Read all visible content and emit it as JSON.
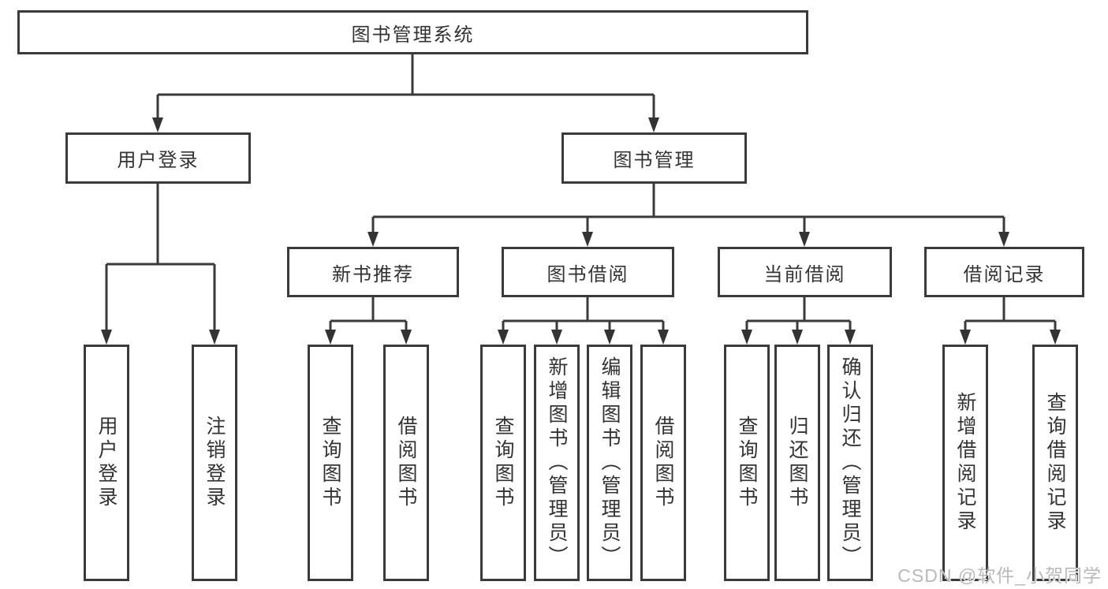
{
  "diagram": {
    "title": "图书管理系统",
    "level2": [
      {
        "label": "用户登录"
      },
      {
        "label": "图书管理"
      }
    ],
    "level3": [
      {
        "label": "新书推荐"
      },
      {
        "label": "图书借阅"
      },
      {
        "label": "当前借阅"
      },
      {
        "label": "借阅记录"
      }
    ],
    "leaves": [
      {
        "label": "用户登录",
        "parent": "用户登录"
      },
      {
        "label": "注销登录",
        "parent": "用户登录"
      },
      {
        "label": "查询图书",
        "parent": "新书推荐"
      },
      {
        "label": "借阅图书",
        "parent": "新书推荐"
      },
      {
        "label": "查询图书",
        "parent": "图书借阅"
      },
      {
        "label": "新增图书（管理员）",
        "parent": "图书借阅"
      },
      {
        "label": "编辑图书（管理员）",
        "parent": "图书借阅"
      },
      {
        "label": "借阅图书",
        "parent": "图书借阅"
      },
      {
        "label": "查询图书",
        "parent": "当前借阅"
      },
      {
        "label": "归还图书",
        "parent": "当前借阅"
      },
      {
        "label": "确认归还（管理员）",
        "parent": "当前借阅"
      },
      {
        "label": "新增借阅记录",
        "parent": "借阅记录"
      },
      {
        "label": "查询借阅记录",
        "parent": "借阅记录"
      }
    ]
  },
  "watermark": {
    "text": "CSDN @软件_小贺同学"
  },
  "colors": {
    "line": "#3a3a3a",
    "text": "#333333",
    "background": "#ffffff",
    "watermark": "#b9b9b9"
  }
}
